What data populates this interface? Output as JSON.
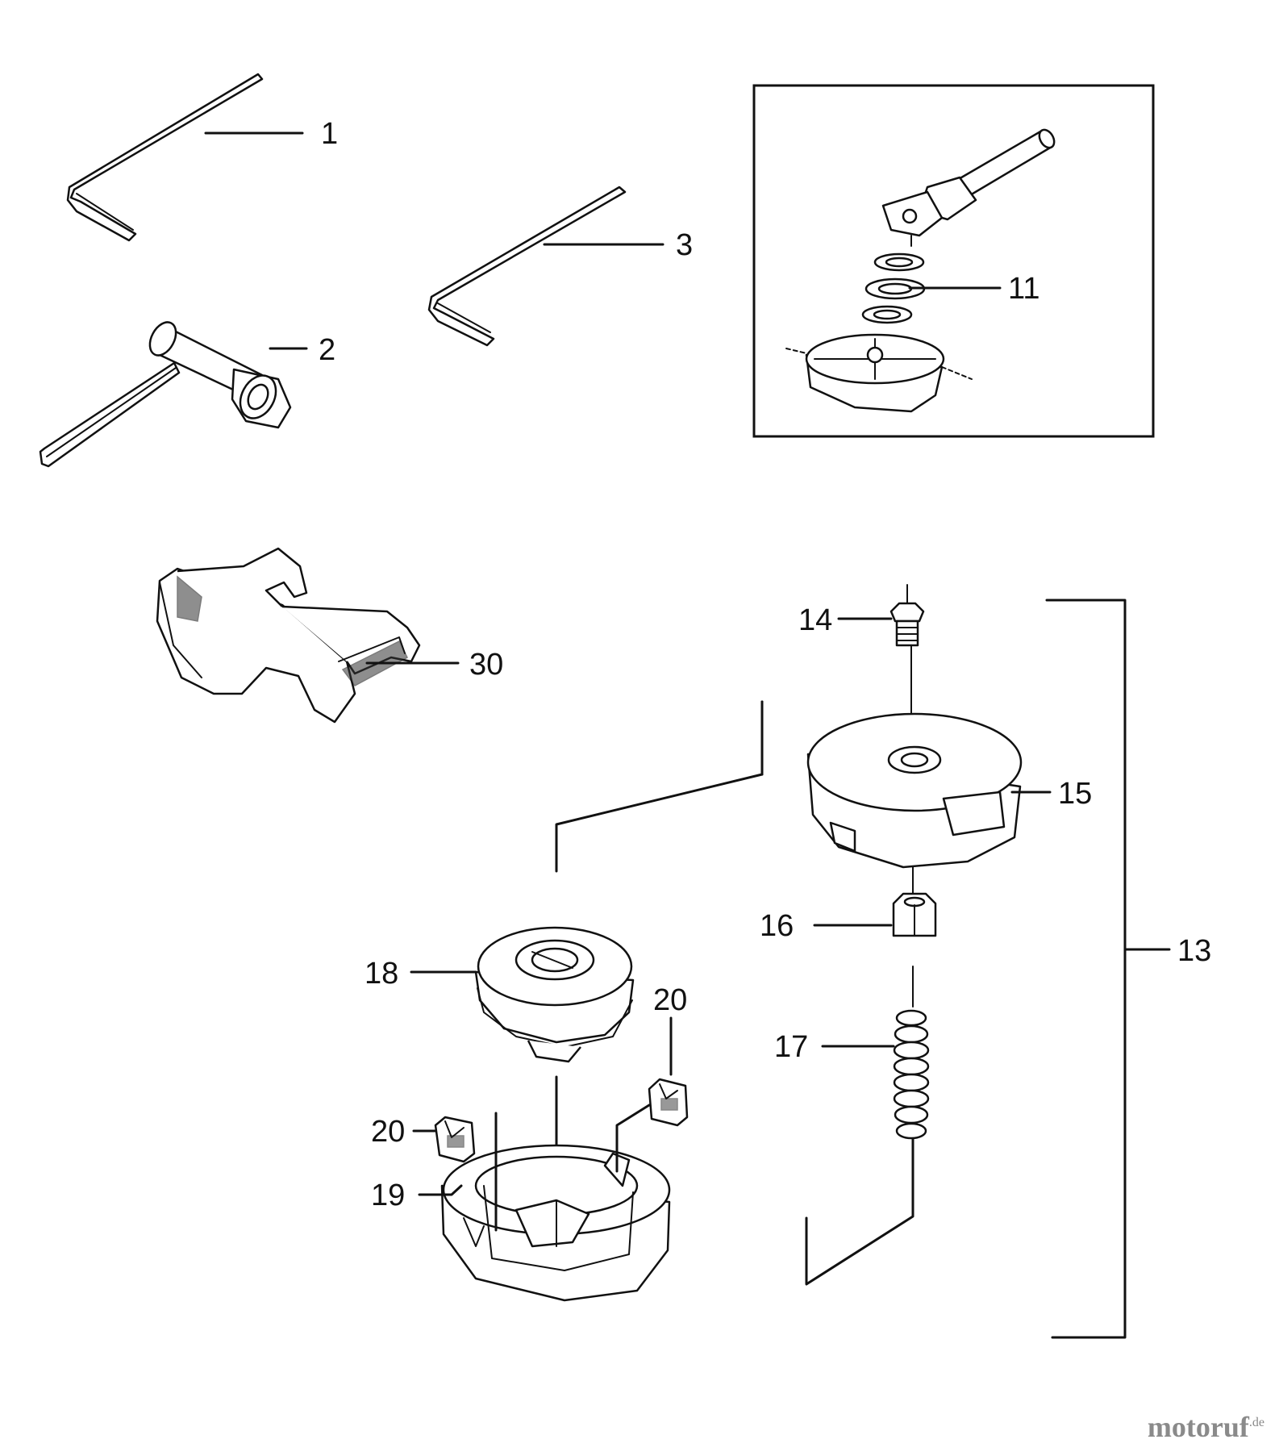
{
  "callouts": {
    "c1": "1",
    "c2": "2",
    "c3": "3",
    "c11": "11",
    "c13": "13",
    "c14": "14",
    "c15": "15",
    "c16": "16",
    "c17": "17",
    "c18": "18",
    "c19": "19",
    "c20a": "20",
    "c20b": "20",
    "c30": "30"
  },
  "watermark": {
    "brand": "motoruf",
    "tld": ".de"
  }
}
